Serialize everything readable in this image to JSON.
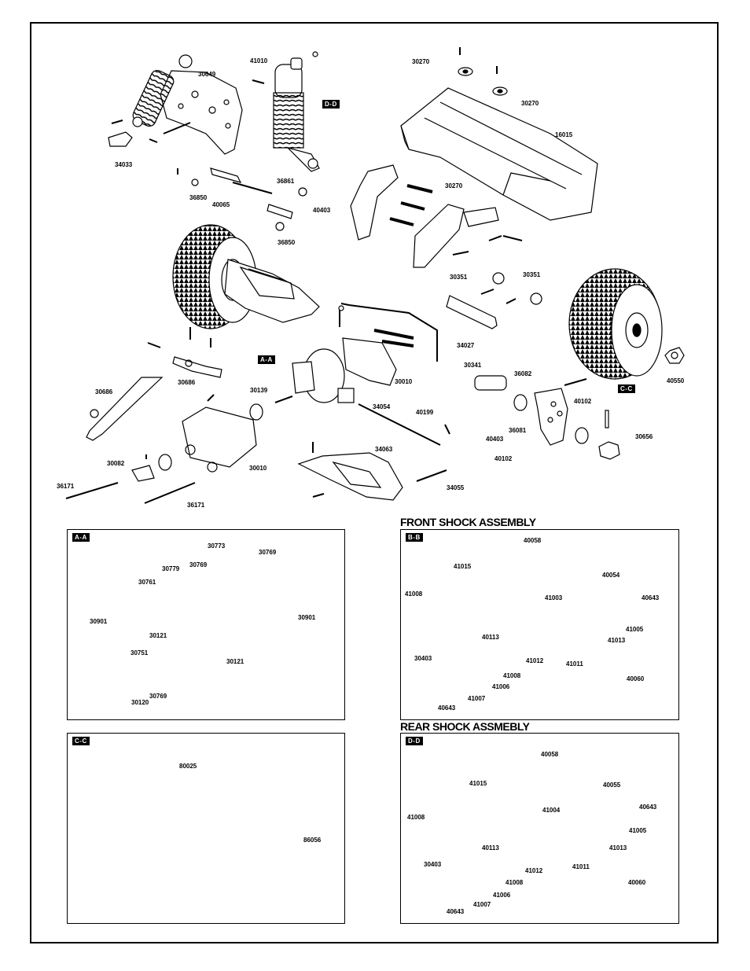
{
  "headings": {
    "front_shock": "FRONT SHOCK ASSEMBLY",
    "rear_shock": "REAR SHOCK ASSMEBLY"
  },
  "detail_tags": {
    "aa": "A-A",
    "bb": "B-B",
    "cc": "C-C",
    "dd": "D-D"
  },
  "main_labels": [
    "41010",
    "30649",
    "30270",
    "30270",
    "16015",
    "34033",
    "36850",
    "36861",
    "40065",
    "40403",
    "30270",
    "36850",
    "30351",
    "30351",
    "34027",
    "30686",
    "30686",
    "30341",
    "36082",
    "40550",
    "30139",
    "30010",
    "30010",
    "34054",
    "40199",
    "40102",
    "36081",
    "40403",
    "40102",
    "30656",
    "30082",
    "34063",
    "36171",
    "36171",
    "34055"
  ],
  "aa_labels": [
    "30773",
    "30769",
    "30779",
    "30769",
    "30761",
    "30901",
    "30901",
    "30121",
    "30751",
    "30121",
    "30769",
    "30120"
  ],
  "bb_labels": [
    "40058",
    "41015",
    "40054",
    "41008",
    "41003",
    "40643",
    "41005",
    "40113",
    "41013",
    "41012",
    "30403",
    "41008",
    "41006",
    "41011",
    "40060",
    "40643",
    "41007"
  ],
  "cc_labels": [
    "80025",
    "86056"
  ],
  "dd_labels": [
    "40058",
    "41015",
    "40055",
    "41008",
    "41004",
    "40643",
    "41005",
    "40113",
    "41013",
    "41012",
    "30403",
    "41011",
    "41008",
    "41006",
    "40060",
    "40643",
    "41007"
  ]
}
